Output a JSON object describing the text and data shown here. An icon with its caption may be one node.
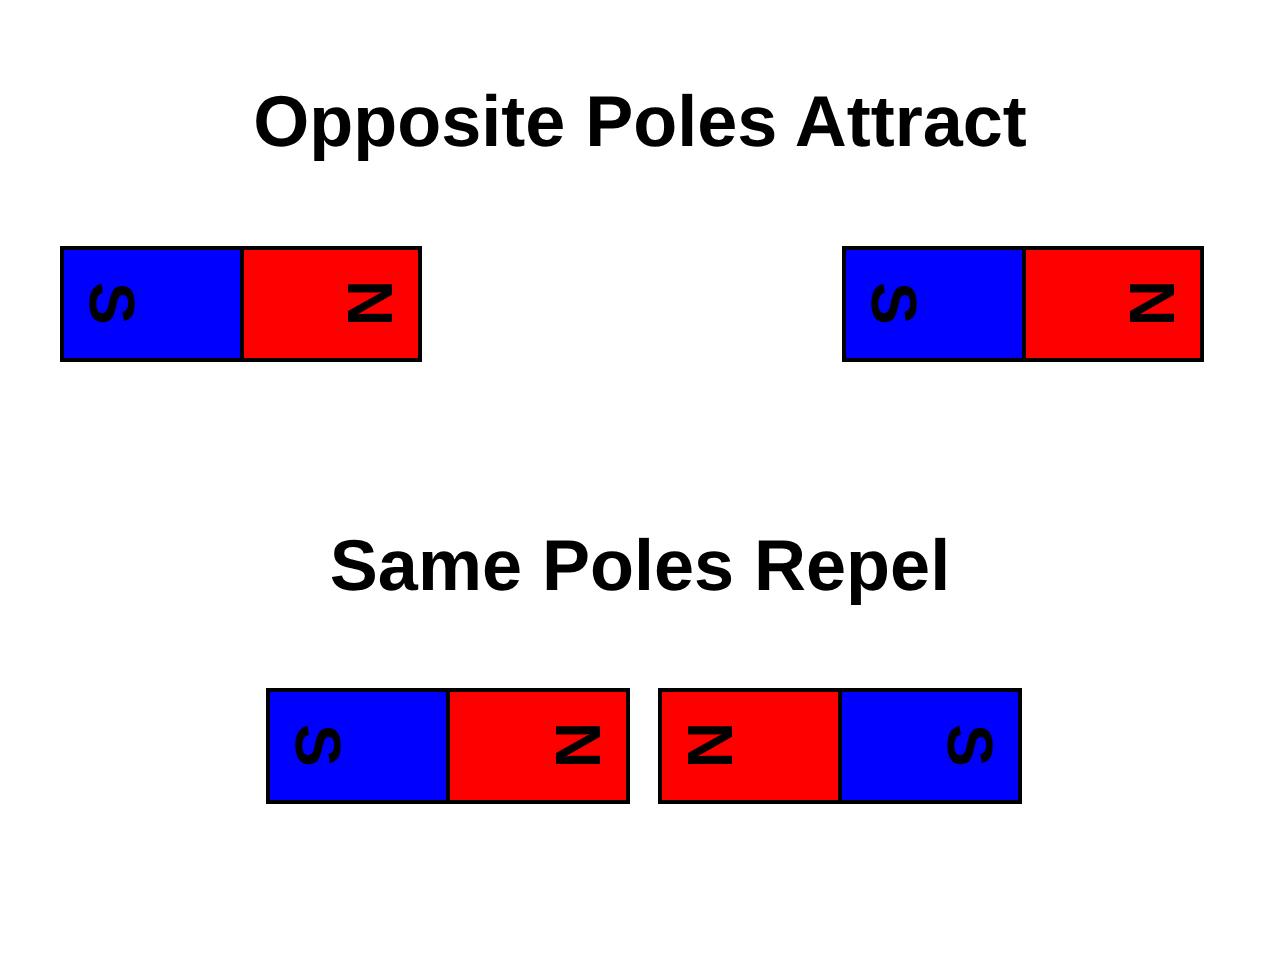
{
  "diagram": {
    "nodes": [
      {
        "text": [
          "S"
        ]
      },
      {
        "text": [
          "N"
        ]
      },
      {
        "text": [
          "S"
        ]
      },
      {
        "text": [
          "N"
        ]
      },
      {
        "text": [
          "S"
        ]
      },
      {
        "text": [
          "N"
        ]
      },
      {
        "text": [
          "N"
        ]
      },
      {
        "text": [
          "S"
        ]
      }
    ],
    "edges": [],
    "labels": [
      "Opposite Poles Attract",
      "Same Poles Repel"
    ]
  }
}
